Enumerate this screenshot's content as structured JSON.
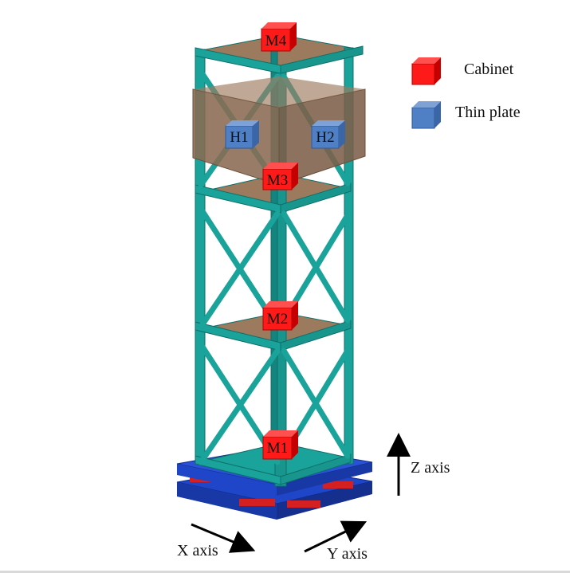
{
  "legend": {
    "items": [
      {
        "label": "Cabinet",
        "color": "#ff1a1a",
        "kind": "cabinet"
      },
      {
        "label": "Thin plate",
        "color": "#4f7fc4",
        "kind": "thin-plate"
      }
    ]
  },
  "masses": {
    "m1": "M1",
    "m2": "M2",
    "m3": "M3",
    "m4": "M4",
    "h1": "H1",
    "h2": "H2"
  },
  "axes": {
    "x": "X axis",
    "y": "Y axis",
    "z": "Z axis"
  },
  "colors": {
    "frame": "#1aa39a",
    "frame_dark": "#0e6f69",
    "floor": "#9c7a5e",
    "panel": "#8a6a52",
    "base": "#1f45c8",
    "isolator": "#d42020",
    "cabinet": "#ff1a1a",
    "thin_plate": "#4f7fc4"
  }
}
